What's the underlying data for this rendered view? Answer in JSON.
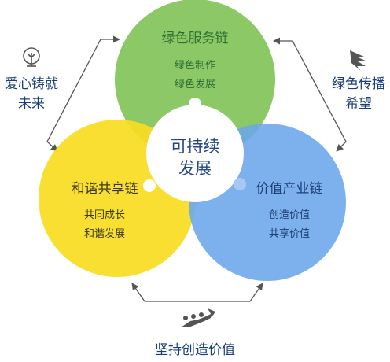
{
  "center": {
    "line1": "可持续",
    "line2": "发展"
  },
  "circles": {
    "green": {
      "title": "绿色服务链",
      "items": [
        "绿色制作",
        "绿色发展"
      ],
      "color": "#8cc866"
    },
    "yellow": {
      "title": "和谐共享链",
      "items": [
        "共同成长",
        "和谐发展"
      ],
      "color": "#f9dd22"
    },
    "blue": {
      "title": "价值产业链",
      "items": [
        "创造价值",
        "共享价值"
      ],
      "color": "#6aa6ec"
    }
  },
  "side_labels": {
    "left": {
      "line1": "爱心铸就",
      "line2": "未来",
      "icon": "tree-icon"
    },
    "right": {
      "line1": "绿色传播",
      "line2": "希望",
      "icon": "wing-icon"
    },
    "bottom": {
      "line1": "坚持创造价值",
      "icon": "people-growth-icon"
    }
  },
  "colors": {
    "label_text": "#1a3f78",
    "arrow": "#555555"
  }
}
